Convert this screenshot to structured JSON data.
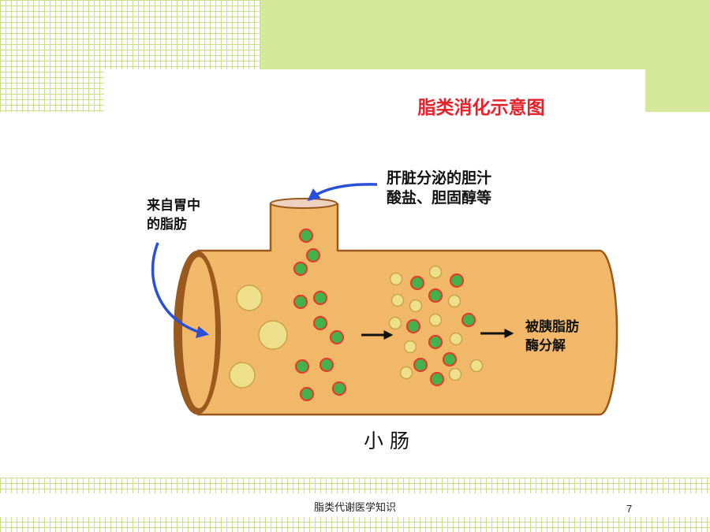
{
  "title": "脂类消化示意图",
  "labels": {
    "stomach_fat": [
      "来自胃中",
      "的脂肪"
    ],
    "liver_secretions": [
      "肝脏分泌的胆汁",
      "酸盐、胆固醇等"
    ],
    "pancreatic_lipase": [
      "被胰脂肪",
      "酶分解"
    ],
    "small_intestine": "小  肠"
  },
  "footer": {
    "text": "脂类代谢医学知识",
    "page": "7"
  },
  "colors": {
    "title": "#e8202a",
    "intestine_fill": "#f2b86a",
    "intestine_outline": "#9a5a1e",
    "fat_globule": "#eee08a",
    "bile_particle_fill": "#44b24a",
    "bile_particle_ring": "#e0402a",
    "arrow_blue": "#2a4fd8",
    "template_green": "#d4e79a"
  },
  "icons": [
    "curved-arrow-icon",
    "right-arrow-icon"
  ]
}
